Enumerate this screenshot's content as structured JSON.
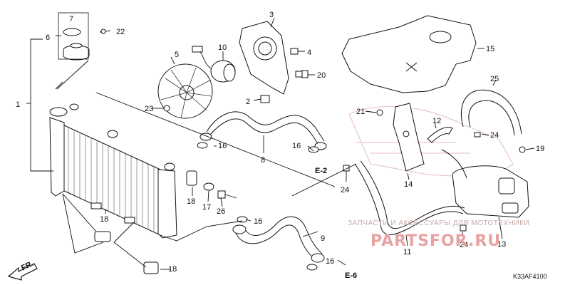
{
  "diagram_code": "K33AF4100",
  "watermark": {
    "line1": "ЗАПЧАСТИ И АКСЕССУАРЫ ДЛЯ МОТОТЕХНИКИ",
    "line2": "PARTSFOR.RU"
  },
  "refs": {
    "e2": "E-2",
    "e6": "E-6"
  },
  "callouts": {
    "c1": "1",
    "c2": "2",
    "c3": "3",
    "c4": "4",
    "c5": "5",
    "c6": "6",
    "c7": "7",
    "c8": "8",
    "c9": "9",
    "c10": "10",
    "c11": "11",
    "c12": "12",
    "c13": "13",
    "c14": "14",
    "c15": "15",
    "c16a": "16",
    "c16b": "16",
    "c16c": "16",
    "c16d": "16",
    "c17": "17",
    "c18a": "18",
    "c18b": "18",
    "c18c": "18",
    "c19": "19",
    "c20": "20",
    "c21": "21",
    "c22": "22",
    "c23": "23",
    "c24a": "24",
    "c24b": "24",
    "c24c": "24",
    "c25": "25",
    "c26": "26"
  },
  "front_arrow_label": "FR."
}
